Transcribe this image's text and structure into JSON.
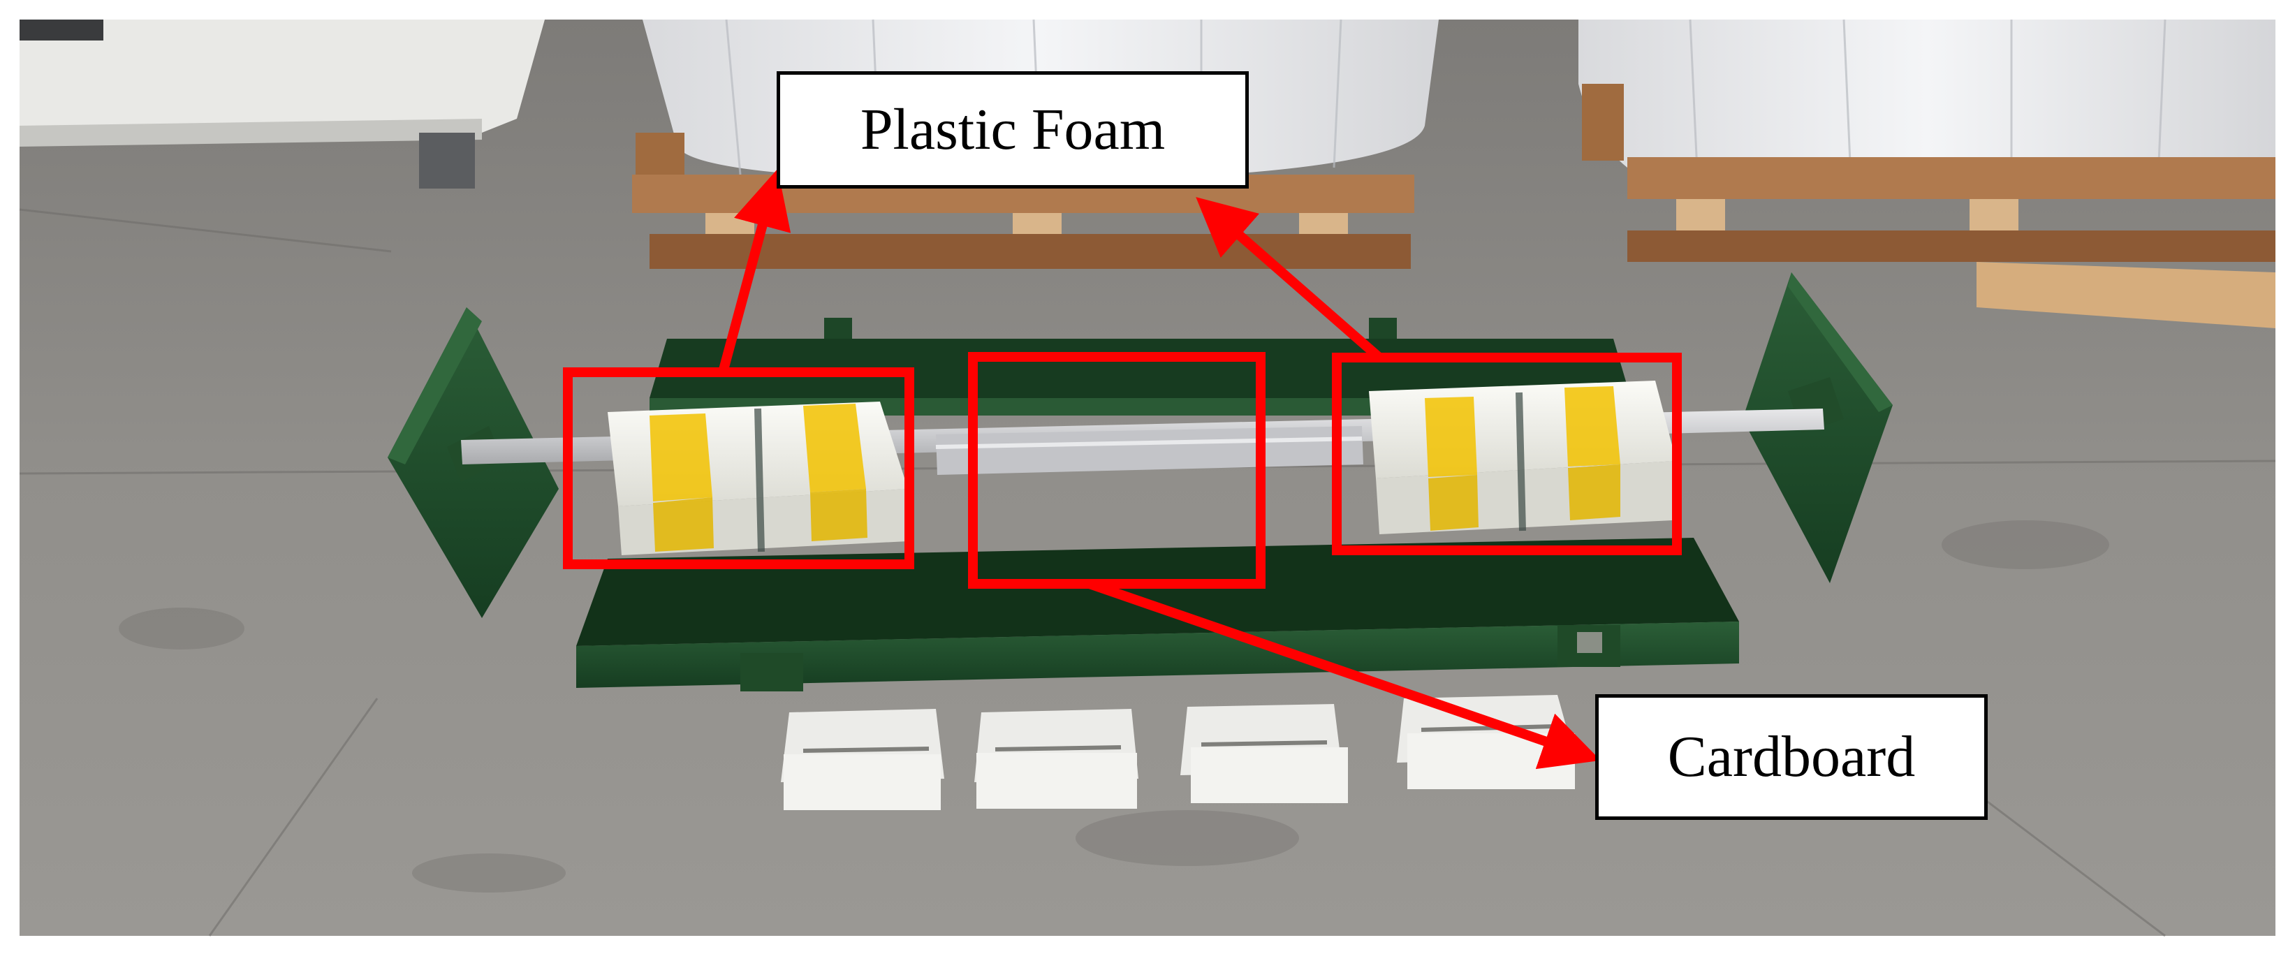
{
  "labels": {
    "plastic_foam": "Plastic Foam",
    "cardboard": "Cardboard"
  },
  "colors": {
    "annotation": "#ff0000",
    "frame": "#1e4a2a",
    "floor": "#8d8b87",
    "foam": "#efefe9",
    "tape": "#f2c200",
    "pallet": "#b07a4e"
  },
  "icons": {
    "arrow": "arrow-head"
  }
}
